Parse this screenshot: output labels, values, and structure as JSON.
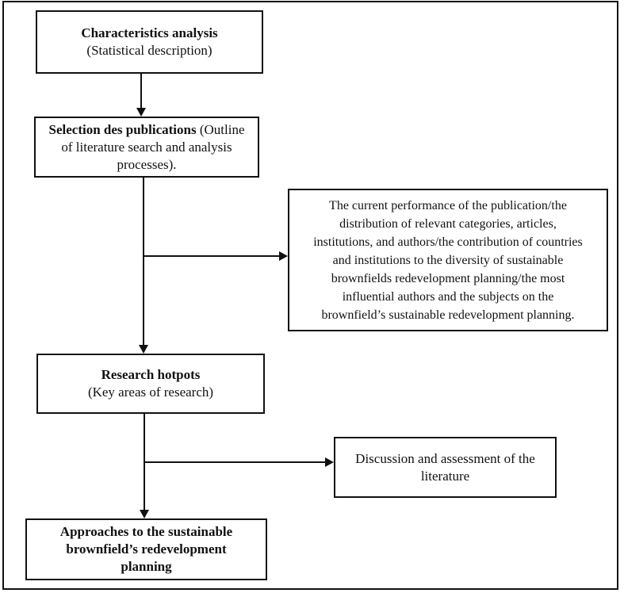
{
  "colors": {
    "background": "#ffffff",
    "line": "#111111",
    "text": "#111111"
  },
  "boxes": {
    "characteristics": {
      "title": "Characteristics analysis",
      "subtitle": "(Statistical description)"
    },
    "selection": {
      "title": "Selection des publications",
      "description": " (Outline of literature search and analysis processes)."
    },
    "performance": {
      "text": "The current performance of the publication/the\ndistribution of relevant categories, articles,\ninstitutions, and authors/the contribution of countries\nand institutions to the diversity of sustainable\nbrownfields redevelopment planning/the most\ninfluential authors and the subjects on the\nbrownfield’s sustainable redevelopment planning."
    },
    "hotpots": {
      "title": "Research hotpots",
      "subtitle": "(Key areas of research)"
    },
    "discussion": {
      "text": "Discussion and assessment of the literature"
    },
    "approaches": {
      "title": "Approaches to the sustainable brownfield’s redevelopment planning"
    }
  }
}
